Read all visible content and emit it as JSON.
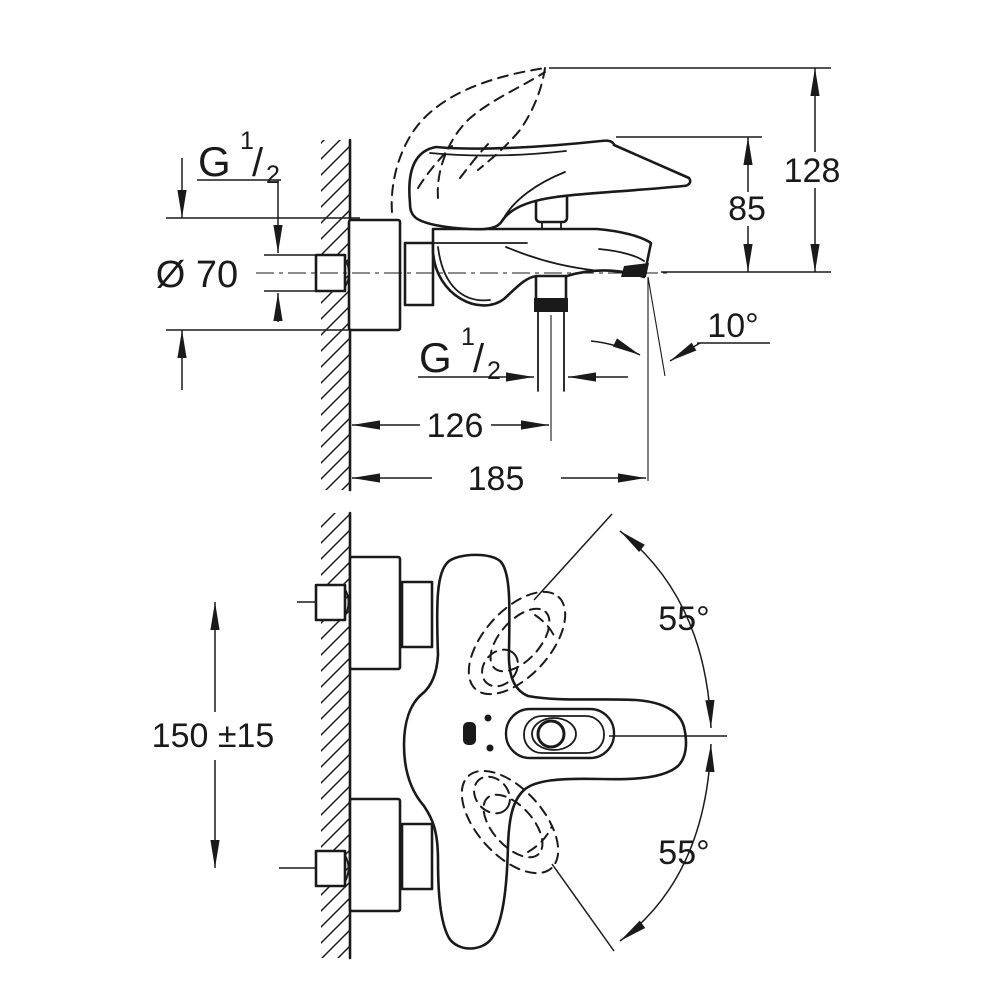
{
  "page": {
    "background": "#ffffff",
    "line_color": "#1a1a1a",
    "content": "technical dimensional drawing of wall-mounted single-lever bath mixer, side view and front view"
  },
  "dimensions": {
    "wall_thread": {
      "prefix": "G",
      "numerator": "1",
      "slash": "/",
      "denominator": "2"
    },
    "shower_thread": {
      "prefix": "G",
      "numerator": "1",
      "slash": "/",
      "denominator": "2"
    },
    "escutcheon_diameter": "Ø 70",
    "overall_height": "128",
    "lever_height": "85",
    "spout_angle": "10°",
    "wall_to_shower_outlet": "126",
    "total_projection": "185",
    "connection_spacing": "150 ±15",
    "lever_swing_up": "55°",
    "lever_swing_down": "55°"
  }
}
